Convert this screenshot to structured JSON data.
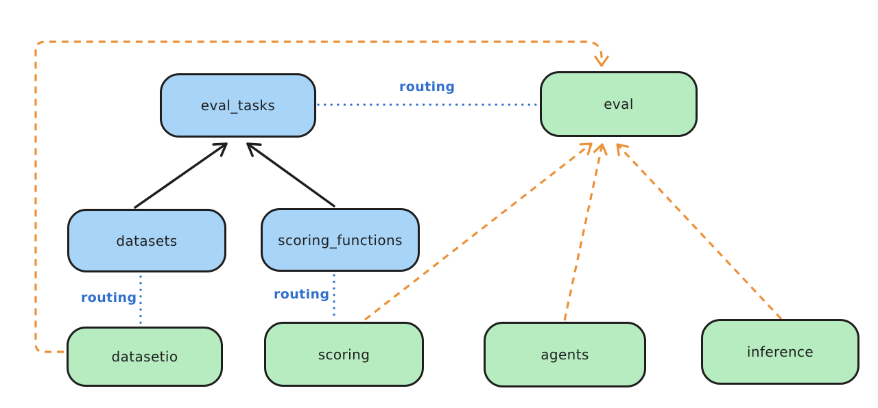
{
  "diagram": {
    "background": "#ffffff"
  },
  "colors": {
    "api_box_fill": "#a8d4f7",
    "provider_box_fill": "#b6ecc0",
    "box_border": "#1e1e1e",
    "solid_arrow": "#1e1e1e",
    "routing_blue": "#3170cf",
    "dashed_orange": "#ec9138"
  },
  "nodes": [
    {
      "id": "eval_tasks",
      "label": "eval_tasks",
      "kind": "api"
    },
    {
      "id": "eval",
      "label": "eval",
      "kind": "provider"
    },
    {
      "id": "datasets",
      "label": "datasets",
      "kind": "api"
    },
    {
      "id": "scoring_functions",
      "label": "scoring_functions",
      "kind": "api"
    },
    {
      "id": "datasetio",
      "label": "datasetio",
      "kind": "provider"
    },
    {
      "id": "scoring",
      "label": "scoring",
      "kind": "provider"
    },
    {
      "id": "agents",
      "label": "agents",
      "kind": "provider"
    },
    {
      "id": "inference",
      "label": "inference",
      "kind": "provider"
    }
  ],
  "edges": [
    {
      "from": "datasets",
      "to": "eval_tasks",
      "style": "solid-arrow"
    },
    {
      "from": "scoring_functions",
      "to": "eval_tasks",
      "style": "solid-arrow"
    },
    {
      "from": "eval_tasks",
      "to": "eval",
      "style": "dotted",
      "label": "routing"
    },
    {
      "from": "datasets",
      "to": "datasetio",
      "style": "dotted",
      "label": "routing"
    },
    {
      "from": "scoring_functions",
      "to": "scoring",
      "style": "dotted",
      "label": "routing"
    },
    {
      "from": "datasetio",
      "to": "eval",
      "style": "dashed-arrow"
    },
    {
      "from": "scoring",
      "to": "eval",
      "style": "dashed-arrow"
    },
    {
      "from": "agents",
      "to": "eval",
      "style": "dashed-arrow"
    },
    {
      "from": "inference",
      "to": "eval",
      "style": "dashed-arrow"
    }
  ]
}
